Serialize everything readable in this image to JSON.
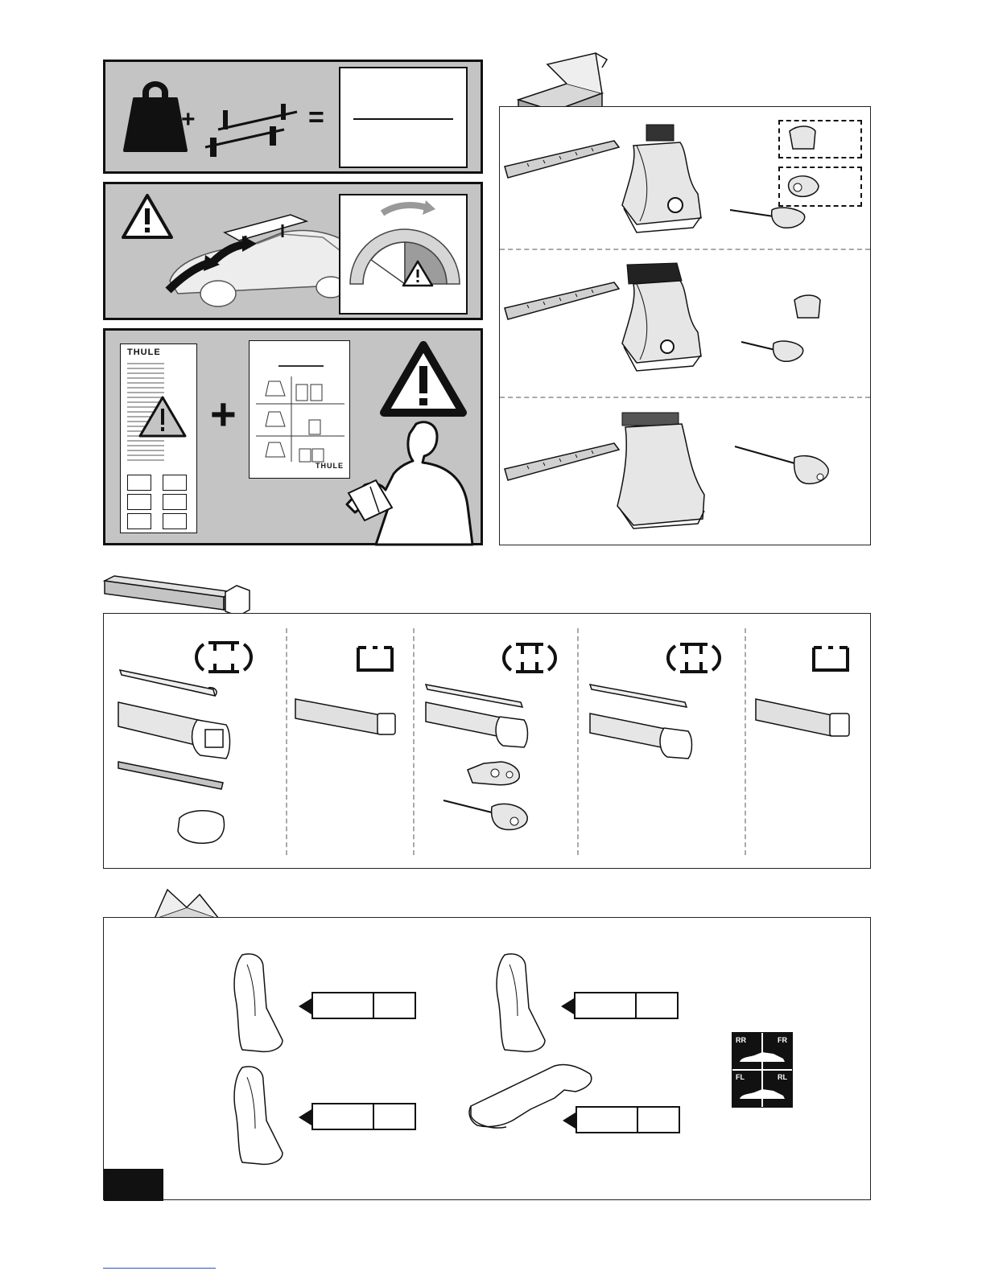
{
  "illustration": {
    "brand_logo": "THULE",
    "plus_sign": "+",
    "equals_sign": "=",
    "warning_icon": "warning-triangle-icon"
  },
  "sticker": {
    "top_left": "RR",
    "top_right": "FR",
    "bottom_left": "FL",
    "bottom_right": "RL"
  },
  "colors": {
    "panel_grey": "#c4c4c4",
    "gauge_grey": "#9c9c9c",
    "ink": "#111111"
  }
}
